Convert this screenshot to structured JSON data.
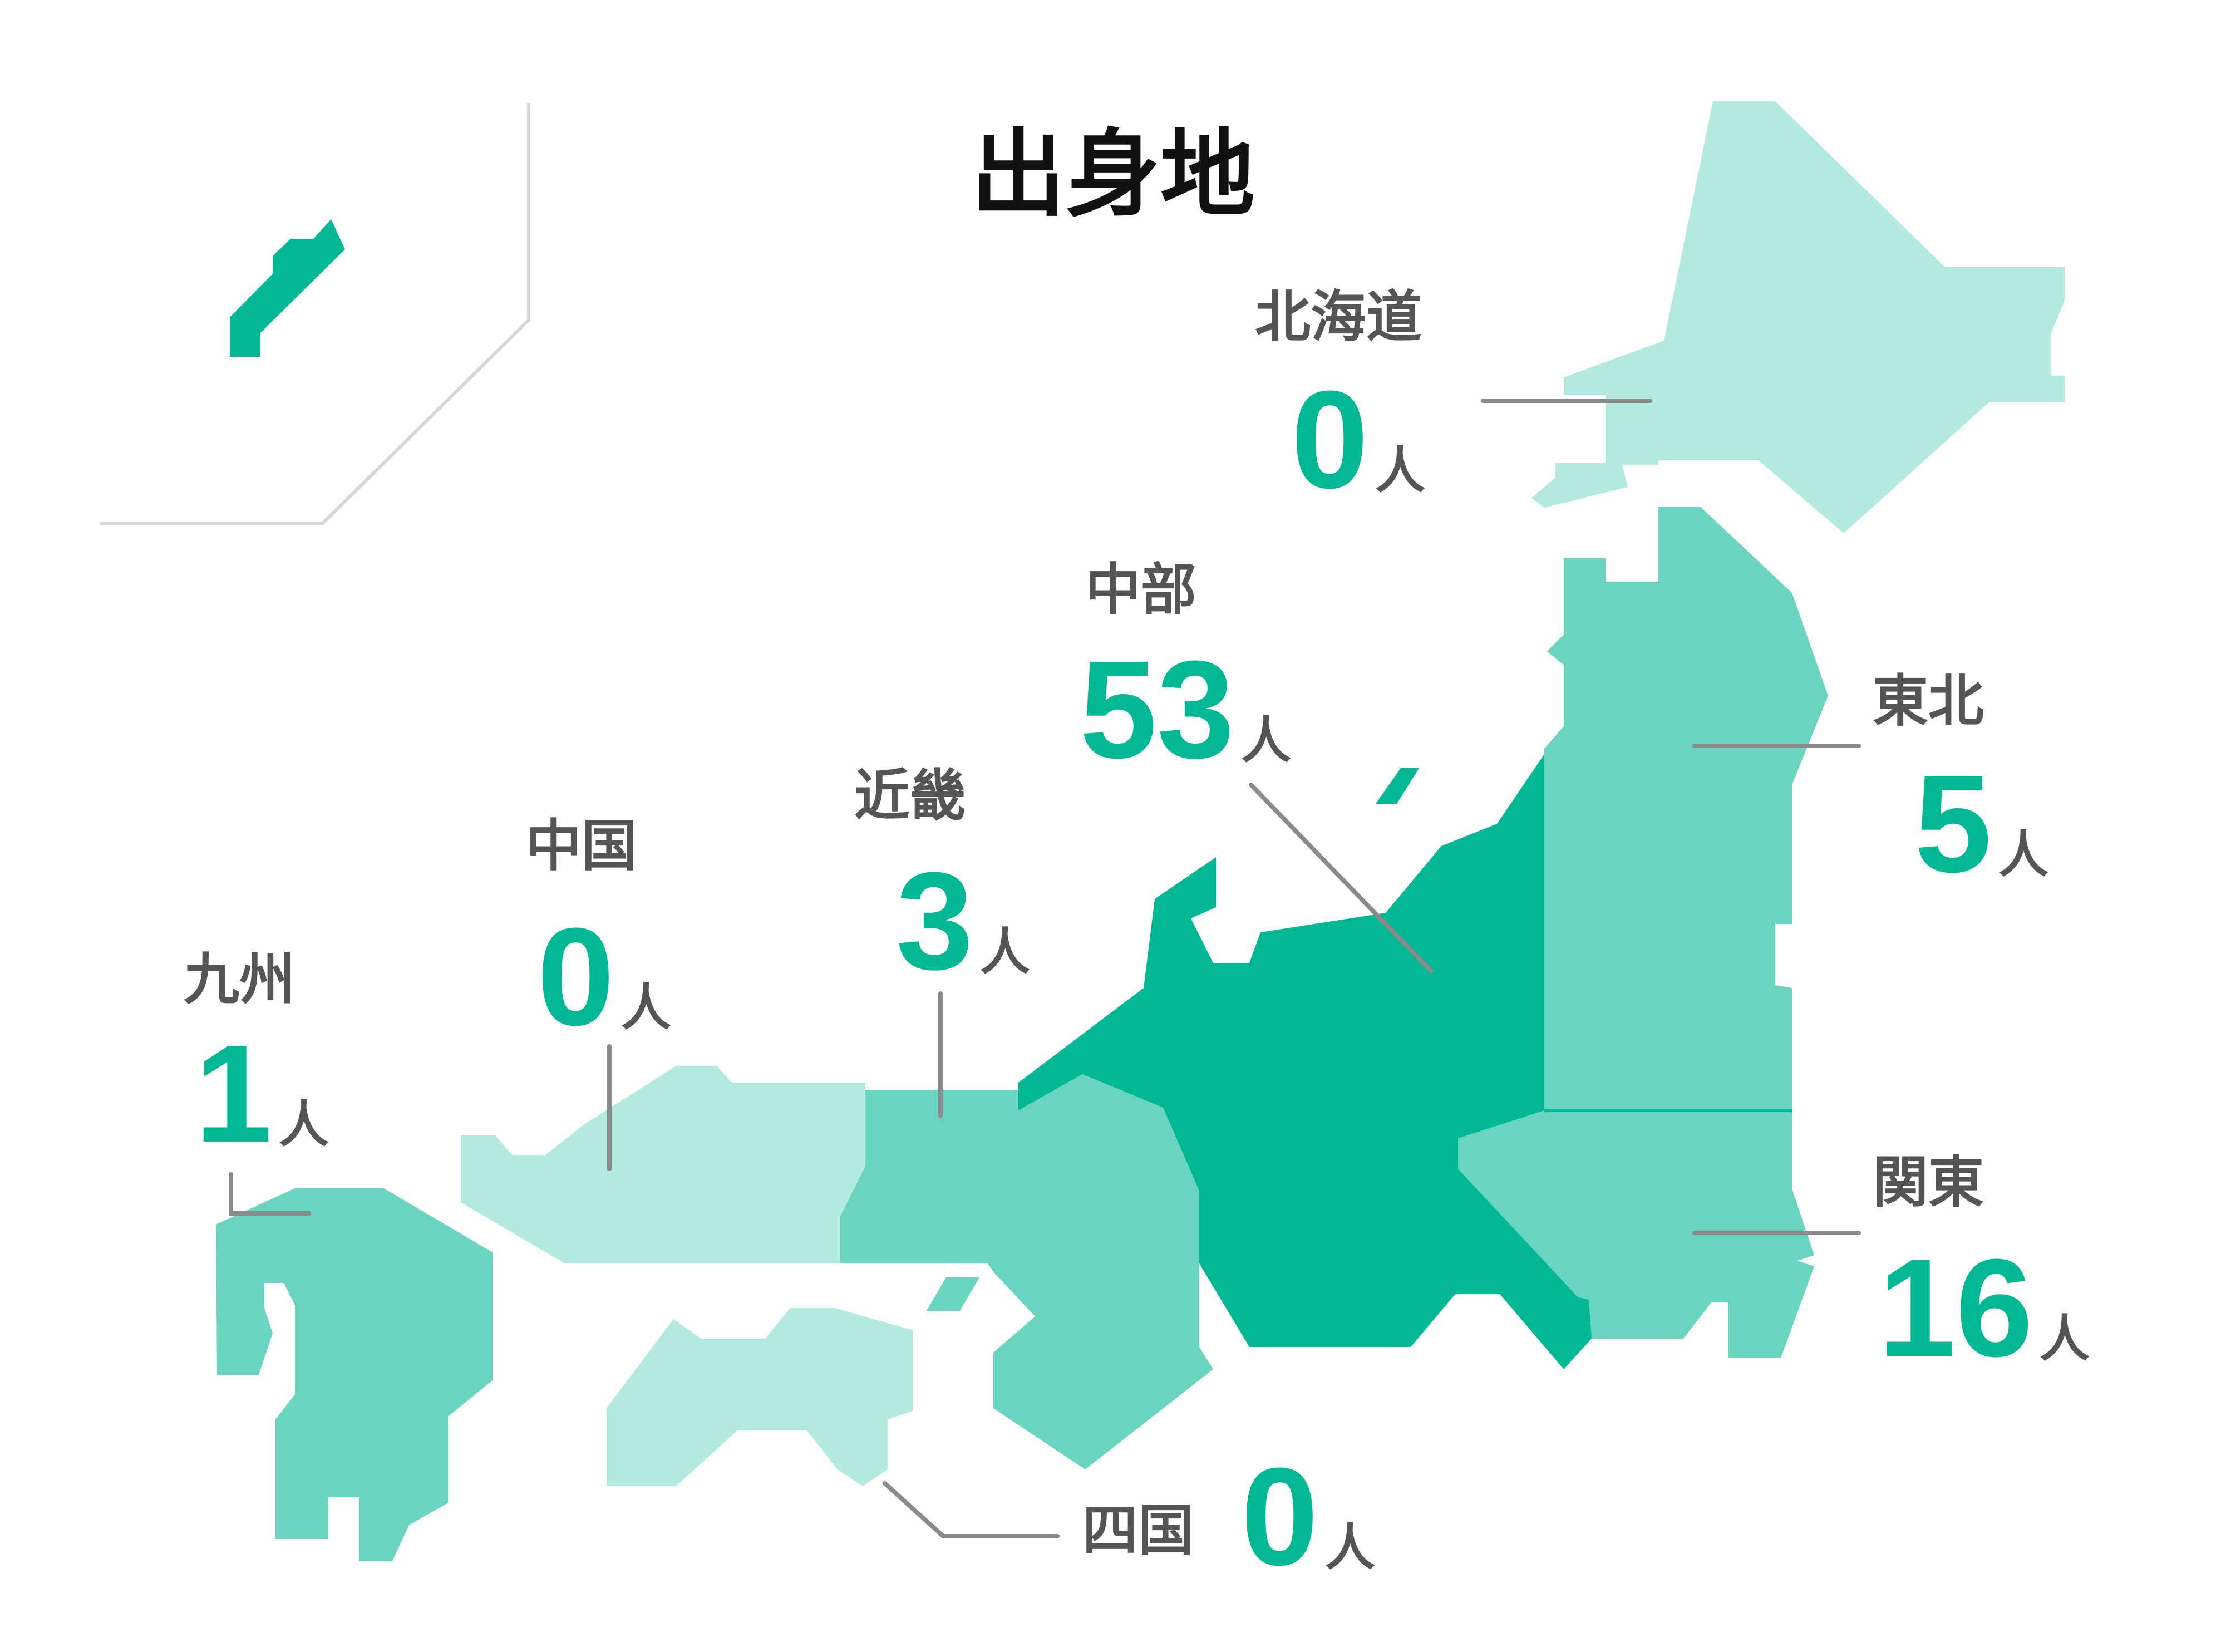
{
  "title": "出身地",
  "unit": "人",
  "colors": {
    "level_high": "#00b894",
    "level_mid": "#69d5bf",
    "level_low": "#b2eadf",
    "label_text": "#555555",
    "count_text": "#00b894",
    "leader_line": "#8a8a8a",
    "inset_frame": "#d6d6d6"
  },
  "regions": {
    "hokkaido": {
      "name": "北海道",
      "count": "0"
    },
    "tohoku": {
      "name": "東北",
      "count": "5"
    },
    "kanto": {
      "name": "関東",
      "count": "16"
    },
    "chubu": {
      "name": "中部",
      "count": "53"
    },
    "kinki": {
      "name": "近畿",
      "count": "3"
    },
    "chugoku": {
      "name": "中国",
      "count": "0"
    },
    "shikoku": {
      "name": "四国",
      "count": "0"
    },
    "kyushu": {
      "name": "九州",
      "count": "1"
    }
  }
}
